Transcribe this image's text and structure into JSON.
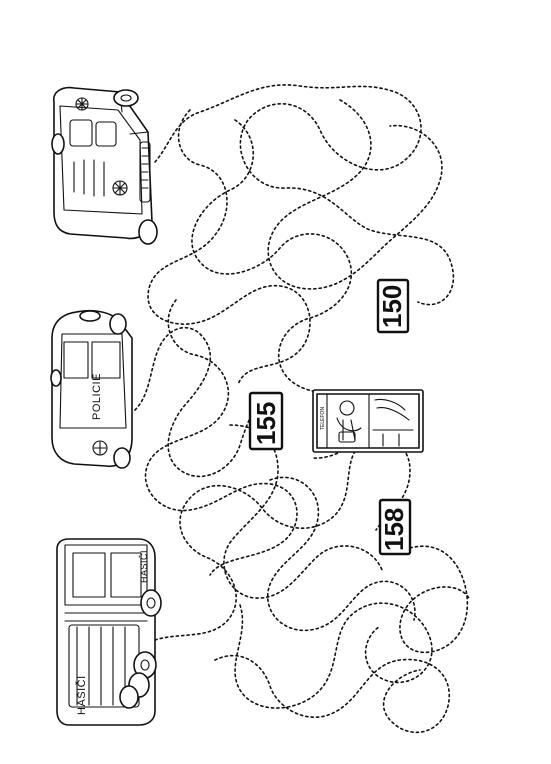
{
  "numbers": {
    "n150": "150",
    "n155": "155",
    "n158": "158"
  },
  "vehicles": {
    "police_label": "POLICIE",
    "fire_label": "HASIČI",
    "fire_cab_label": "HASIČI"
  },
  "phone_booth": {
    "sign": "TELEFON"
  }
}
